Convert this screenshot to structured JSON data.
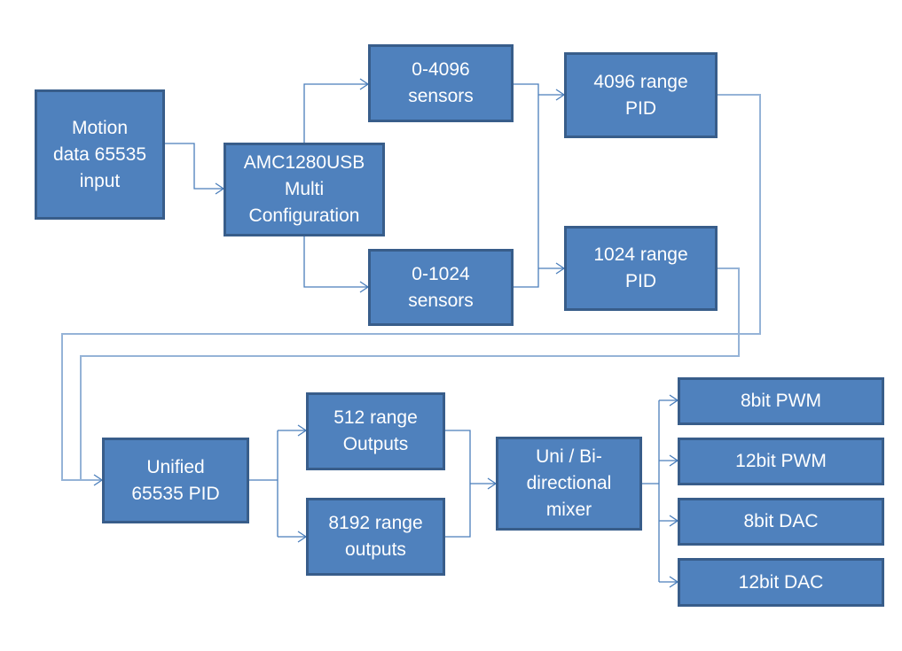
{
  "diagram": {
    "colors": {
      "box_fill": "#4f81bd",
      "box_border": "#385d8a",
      "connector": "#4a7ebb",
      "text": "#ffffff"
    },
    "nodes": {
      "motion_input": "Motion\ndata 65535\ninput",
      "amc": "AMC1280USB\nMulti\nConfiguration",
      "sensors_4096": "0-4096\nsensors",
      "sensors_1024": "0-1024\nsensors",
      "pid_4096": "4096 range\nPID",
      "pid_1024": "1024 range\nPID",
      "unified_pid": "Unified\n65535 PID",
      "outputs_512": "512 range\nOutputs",
      "outputs_8192": "8192 range\noutputs",
      "mixer": "Uni / Bi-\ndirectional\nmixer",
      "pwm_8bit": "8bit PWM",
      "pwm_12bit": "12bit PWM",
      "dac_8bit": "8bit DAC",
      "dac_12bit": "12bit DAC"
    },
    "edges": [
      [
        "motion_input",
        "amc"
      ],
      [
        "amc",
        "sensors_4096"
      ],
      [
        "amc",
        "sensors_1024"
      ],
      [
        "sensors_4096",
        "pid_4096"
      ],
      [
        "sensors_4096",
        "pid_1024"
      ],
      [
        "sensors_1024",
        "pid_4096"
      ],
      [
        "sensors_1024",
        "pid_1024"
      ],
      [
        "pid_4096",
        "unified_pid"
      ],
      [
        "pid_1024",
        "unified_pid"
      ],
      [
        "unified_pid",
        "outputs_512"
      ],
      [
        "unified_pid",
        "outputs_8192"
      ],
      [
        "outputs_512",
        "mixer"
      ],
      [
        "outputs_8192",
        "mixer"
      ],
      [
        "mixer",
        "pwm_8bit"
      ],
      [
        "mixer",
        "pwm_12bit"
      ],
      [
        "mixer",
        "dac_8bit"
      ],
      [
        "mixer",
        "dac_12bit"
      ]
    ]
  }
}
